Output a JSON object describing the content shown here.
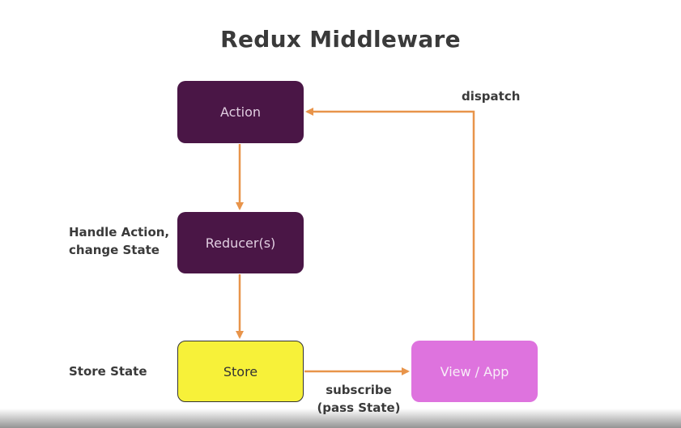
{
  "title": "Redux Middleware",
  "boxes": {
    "action": "Action",
    "reducer": "Reducer(s)",
    "store": "Store",
    "view": "View / App"
  },
  "labels": {
    "dispatch": "dispatch",
    "handle_line1": "Handle Action,",
    "handle_line2": "change State",
    "store_state": "Store State",
    "subscribe_line1": "subscribe",
    "subscribe_line2": "(pass State)"
  },
  "colors": {
    "reducer_action_fill": "#4a1646",
    "store_fill": "#f7f139",
    "view_fill": "#de73de",
    "arrow": "#e8944a"
  }
}
